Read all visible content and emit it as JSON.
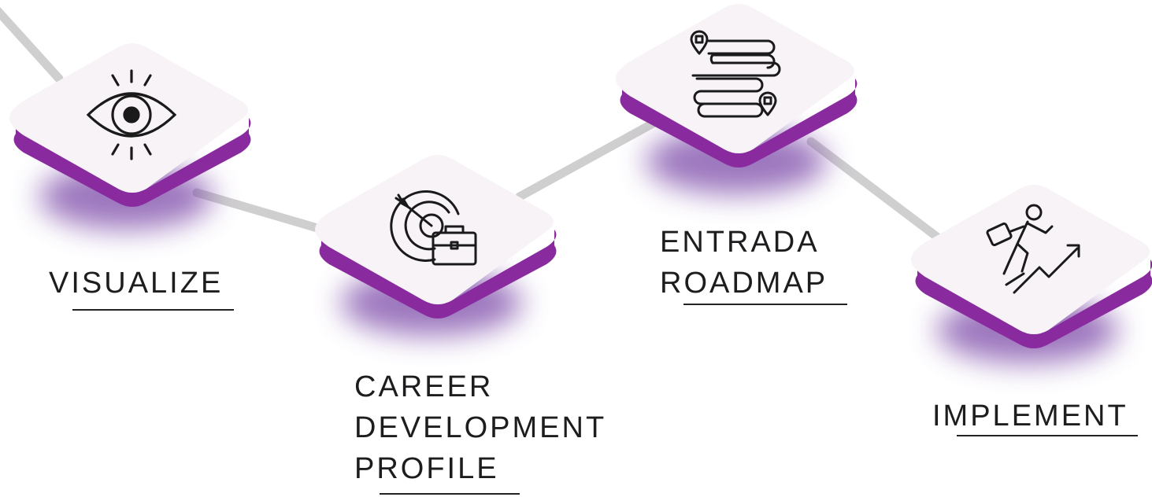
{
  "colors": {
    "connector": "#cfcfcf",
    "tile_face": "#f7f3f7",
    "tile_edge": "#8a2a9f",
    "shadow": "#7b4aa8",
    "icon": "#1a1a1a",
    "text": "#1d1d1f"
  },
  "steps": [
    {
      "id": "visualize",
      "icon": "eye-icon",
      "label_lines": [
        "VISUALIZE"
      ]
    },
    {
      "id": "career-development-profile",
      "icon": "target-briefcase-icon",
      "label_lines": [
        "CAREER",
        "DEVELOPMENT",
        "PROFILE"
      ]
    },
    {
      "id": "entrada-roadmap",
      "icon": "roadmap-pins-icon",
      "label_lines": [
        "ENTRADA",
        "ROADMAP"
      ]
    },
    {
      "id": "implement",
      "icon": "climbing-person-icon",
      "label_lines": [
        "IMPLEMENT"
      ]
    }
  ]
}
